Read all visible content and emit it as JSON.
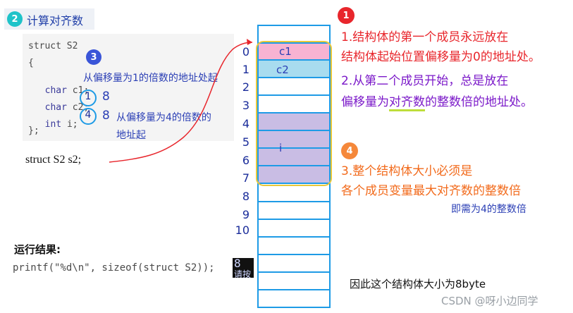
{
  "title": "计算对齐数",
  "step_badges": {
    "b2": "2",
    "b1": "1",
    "b3": "3",
    "b4": "4"
  },
  "code": {
    "line1": "struct S2",
    "line2": "{",
    "line3_type": "char",
    "line3_name": "c1;",
    "line4_type": "char",
    "line4_name": "c2;",
    "line5_type": "int",
    "line5_name": "i;",
    "line6": "};"
  },
  "circled": {
    "c2_value": "1",
    "i_value": "4"
  },
  "offset_marks": {
    "c2": "8",
    "i": "8"
  },
  "notes": {
    "n3": "从偏移量为1的倍数的地址处起",
    "n4_line1": "从偏移量为4的倍数的",
    "n4_line2": "地址起"
  },
  "declaration": "struct S2 s2;",
  "memory": {
    "indices": [
      "0",
      "1",
      "2",
      "3",
      "4",
      "5",
      "6",
      "7",
      "8",
      "9",
      "10"
    ],
    "cells": {
      "c1": "c1",
      "c2": "c2",
      "i": "i"
    }
  },
  "rules": {
    "r1_line1": "1.结构体的第一个成员永远放在",
    "r1_line2": "结构体起始位置偏移量为0的地址处。",
    "r2_line1": "2.从第二个成员开始，总是放在",
    "r2_line2_pre": "偏移量为",
    "r2_line2_mid": "对齐数",
    "r2_line2_post": "的整数倍的地址处。",
    "r3_line1": "3.整个结构体大小必须是",
    "r3_line2": "各个成员变量最大对齐数的整数倍",
    "r3_note": "即需为4的整数倍"
  },
  "result": {
    "label": "运行结果:",
    "printf": "printf(\"%d\\n\", sizeof(struct S2));",
    "output": "8",
    "output_partial": "请按"
  },
  "conclusion": "因此这个结构体大小为8byte",
  "watermark": "CSDN @呀小边同学",
  "colors": {
    "teal_badge": "#1ec3c9",
    "red": "#e8262c",
    "purple": "#7b19c9",
    "orange": "#f26a1b",
    "blue": "#2b3fb5",
    "cell_border": "#1e9be6",
    "c1_fill": "#f7b3d2",
    "c2_fill": "#a8dcef",
    "i_fill": "#c9bde4",
    "outline_yellow": "#e9c83a"
  }
}
